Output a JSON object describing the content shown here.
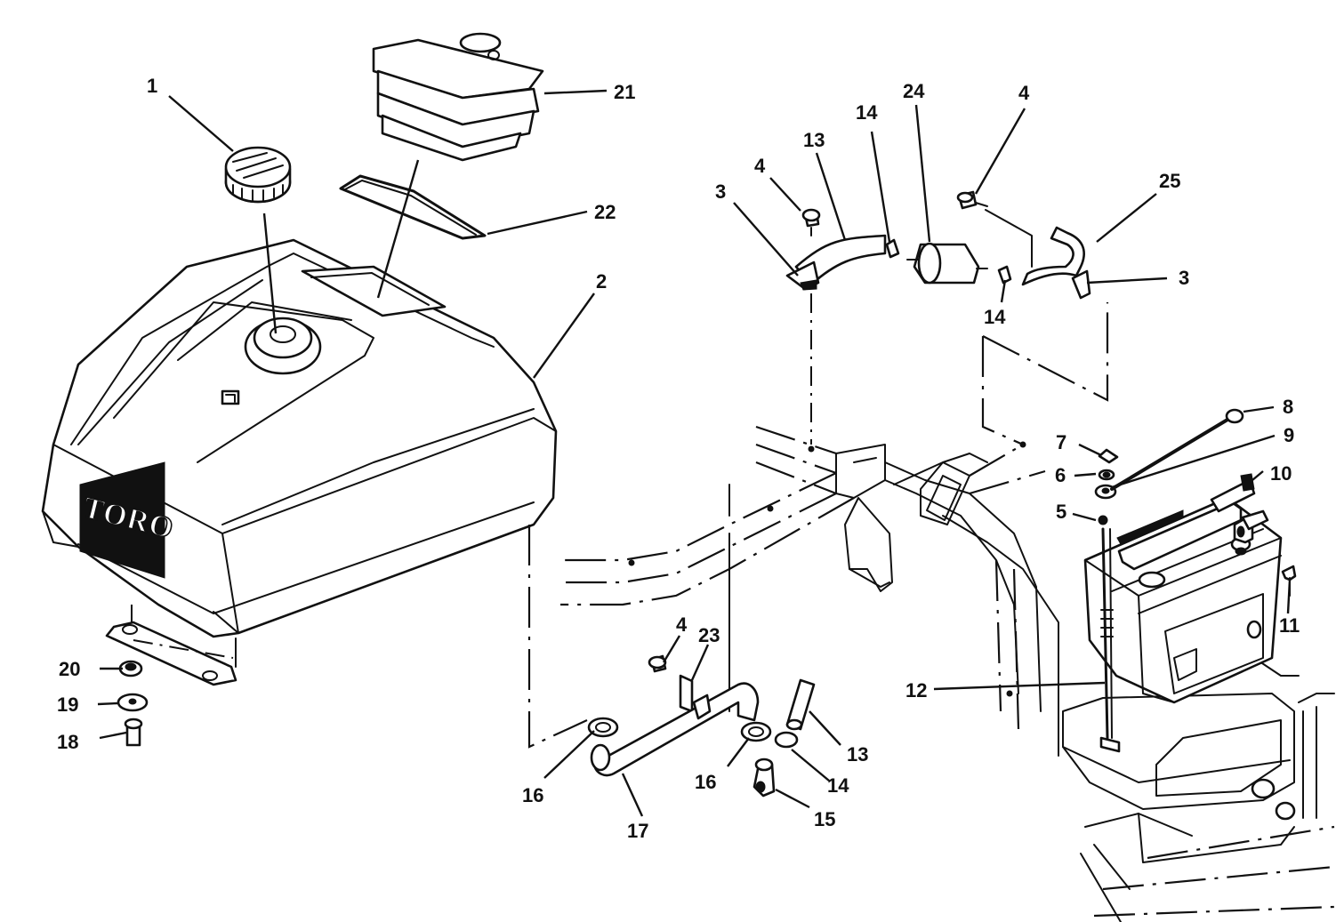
{
  "brand_logo": "TORO",
  "callouts": [
    {
      "label": "1"
    },
    {
      "label": "21"
    },
    {
      "label": "22"
    },
    {
      "label": "2"
    },
    {
      "label": "20"
    },
    {
      "label": "19"
    },
    {
      "label": "18"
    },
    {
      "label": "3"
    },
    {
      "label": "4"
    },
    {
      "label": "13"
    },
    {
      "label": "14"
    },
    {
      "label": "24"
    },
    {
      "label": "4"
    },
    {
      "label": "25"
    },
    {
      "label": "3"
    },
    {
      "label": "14"
    },
    {
      "label": "8"
    },
    {
      "label": "7"
    },
    {
      "label": "9"
    },
    {
      "label": "6"
    },
    {
      "label": "10"
    },
    {
      "label": "5"
    },
    {
      "label": "11"
    },
    {
      "label": "12"
    },
    {
      "label": "4"
    },
    {
      "label": "23"
    },
    {
      "label": "16"
    },
    {
      "label": "17"
    },
    {
      "label": "16"
    },
    {
      "label": "13"
    },
    {
      "label": "14"
    },
    {
      "label": "15"
    }
  ]
}
